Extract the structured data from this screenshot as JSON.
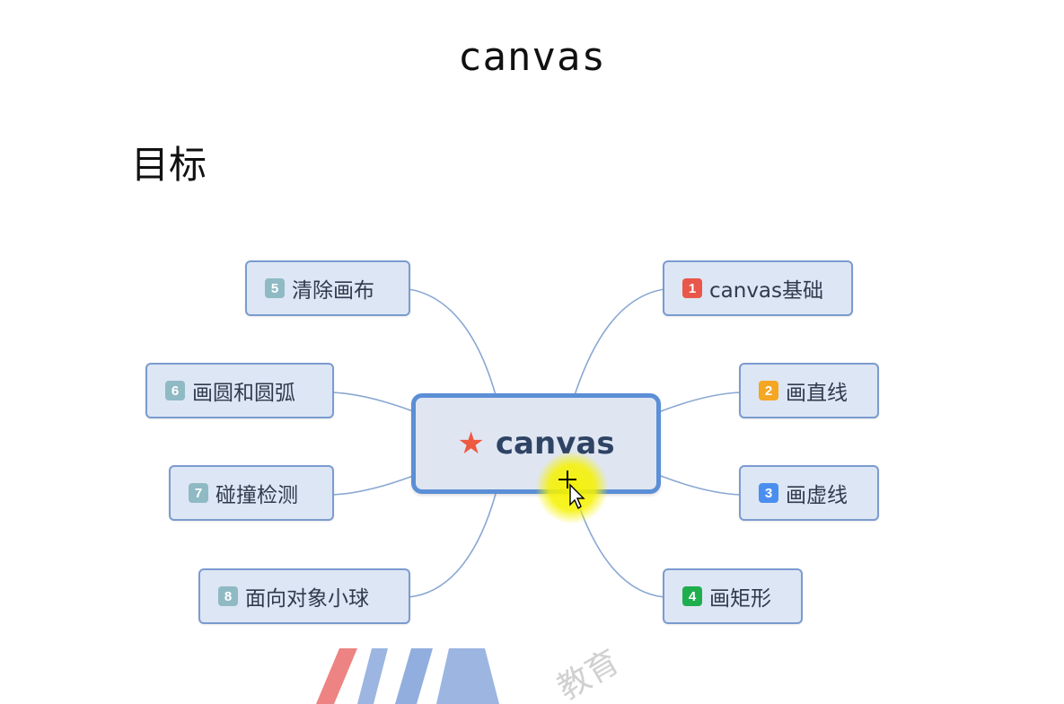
{
  "title": "canvas",
  "subtitle": "目标",
  "mindmap": {
    "center": {
      "label": "canvas"
    },
    "nodes": [
      {
        "num": "1",
        "label": "canvas基础",
        "badge_color": "#e8574a"
      },
      {
        "num": "2",
        "label": "画直线",
        "badge_color": "#f5a623"
      },
      {
        "num": "3",
        "label": "画虚线",
        "badge_color": "#4a8ff0"
      },
      {
        "num": "4",
        "label": "画矩形",
        "badge_color": "#1fae4e"
      },
      {
        "num": "5",
        "label": "清除画布",
        "badge_color": "#8fbac4"
      },
      {
        "num": "6",
        "label": "画圆和圆弧",
        "badge_color": "#8fbac4"
      },
      {
        "num": "7",
        "label": "碰撞检测",
        "badge_color": "#8fbac4"
      },
      {
        "num": "8",
        "label": "面向对象小球",
        "badge_color": "#8fbac4"
      }
    ]
  },
  "colors": {
    "node_fill": "#dde6f4",
    "node_border": "#7b9bd0",
    "center_border": "#5b8fd6",
    "link": "#8aa8d3",
    "star": "#ee5a3f",
    "cursor_highlight": "#f6f200"
  },
  "watermark_text": "教育"
}
